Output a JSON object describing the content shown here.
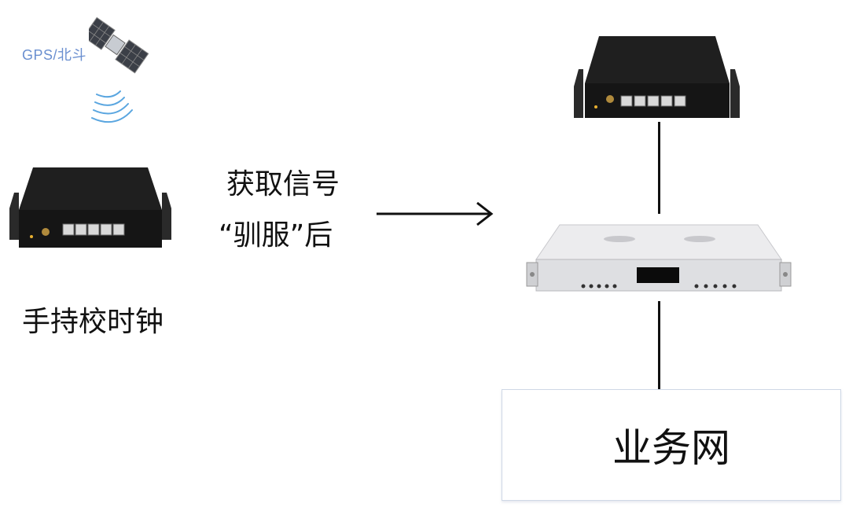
{
  "satellite": {
    "label": "GPS/北斗",
    "icon": "satellite-icon",
    "label_color": "#6a8fd0",
    "signal_color": "#5aa6e0"
  },
  "handheld_clock": {
    "label": "手持校时钟",
    "icon": "black-sync-box"
  },
  "process": {
    "line1": "获取信号",
    "line2": "“驯服”后"
  },
  "top_device": {
    "icon": "black-sync-box"
  },
  "rack_server": {
    "icon": "rack-clock-server"
  },
  "network": {
    "label": "业务网"
  }
}
